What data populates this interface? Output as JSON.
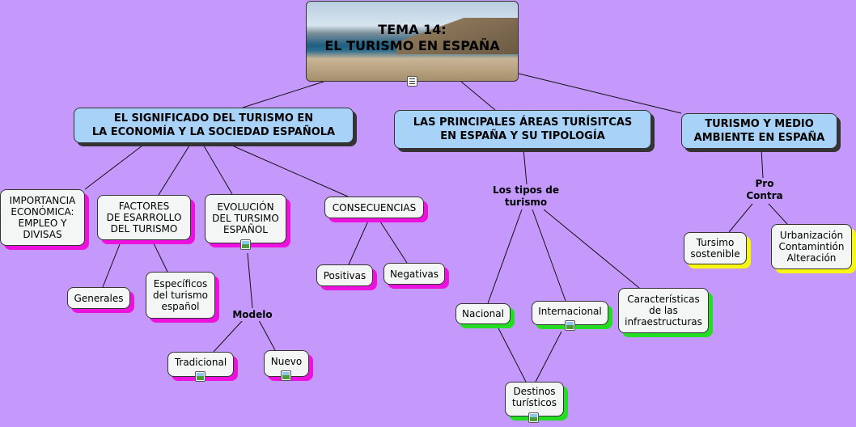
{
  "title": "TEMA 14:\nEL TURISMO EN ESPAÑA",
  "main": {
    "economia": "EL SIGNIFICADO DEL TURISMO EN\nLA ECONOMÍA Y LA SOCIEDAD ESPAÑOLA",
    "areas": "LAS PRINCIPALES ÁREAS TURÍSITCAS\nEN ESPAÑA Y SU TIPOLOGÍA",
    "medio": "TURISMO Y MEDIO\nAMBIENTE EN ESPAÑA"
  },
  "economia": {
    "importancia": "IMPORTANCIA\nECONÓMICA:\nEMPLEO Y\nDIVISAS",
    "factores": "FACTORES\nDE ESARROLLO\nDEL TURISMO",
    "evolucion": "EVOLUCIÓN\nDEL TURSIMO\nESPAÑOL",
    "consecuencias": "CONSECUENCIAS",
    "generales": "Generales",
    "especificos": "Específicos\ndel turismo\nespañol",
    "modelo": "Modelo",
    "tradicional": "Tradicional",
    "nuevo": "Nuevo",
    "positivas": "Positivas",
    "negativas": "Negativas"
  },
  "areas": {
    "tipos": "Los tipos de\nturismo",
    "nacional": "Nacional",
    "internacional": "Internacional",
    "caracteristicas": "Características\nde las\ninfraestructuras",
    "destinos": "Destinos\nturísticos"
  },
  "medio": {
    "procontra": "Pro\nContra",
    "sostenible": "Tursimo\nsostenible",
    "urbanizacion": "Urbanización\nContamintión\nAlteración"
  },
  "colors": {
    "background": "#c598fc",
    "main_box": "#a9d2f8",
    "node_box": "#f3f6f4",
    "shadow_magenta": "#ee11dd",
    "shadow_green": "#22dd22",
    "shadow_yellow": "#f6f610"
  },
  "icons": [
    "document-icon",
    "image-icon"
  ]
}
